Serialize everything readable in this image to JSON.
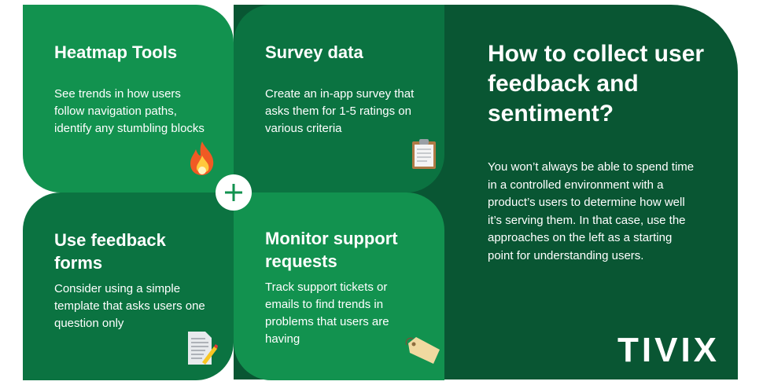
{
  "main": {
    "title": "How to collect user feedback and sentiment?",
    "body": "You won’t always be able to spend time in a controlled environment with a product’s users to determine how well it’s serving them. In that case, use the approaches on the left as a starting point for understanding users."
  },
  "cards": [
    {
      "title": "Heatmap Tools",
      "body": "See trends in how users follow navigation paths, identify any stumbling blocks",
      "icon": "fire-icon"
    },
    {
      "title": "Survey data",
      "body": "Create an in-app survey that asks them for 1-5 ratings on various criteria",
      "icon": "clipboard-icon"
    },
    {
      "title": "Use feedback forms",
      "body": "Consider using a simple template that asks users one question only",
      "icon": "memo-icon"
    },
    {
      "title": "Monitor support requests",
      "body": "Track support tickets or emails to find trends in problems that users are having",
      "icon": "tag-icon"
    }
  ],
  "logo": "TIVIX",
  "colors": {
    "light": "#12924f",
    "dark": "#0b7341",
    "panel": "#095633"
  }
}
